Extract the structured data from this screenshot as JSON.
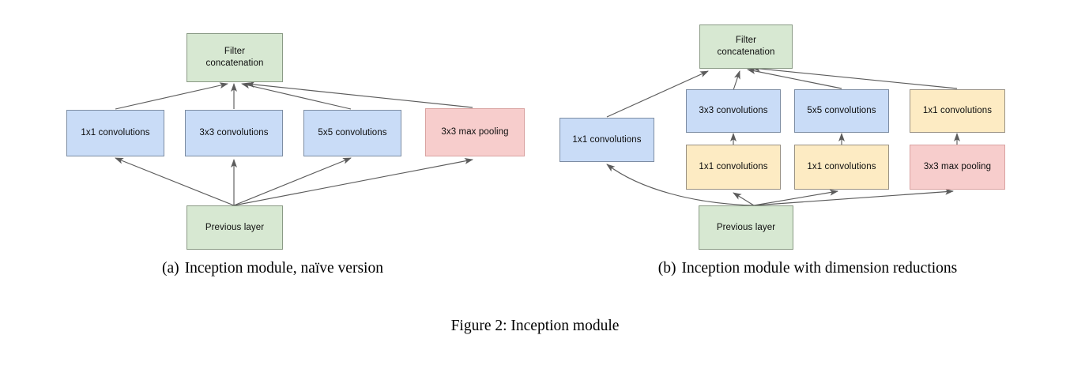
{
  "figure": {
    "caption_label": "Figure 2:",
    "caption_text": "Inception module",
    "caption_full": "Figure 2: Inception module"
  },
  "colors": {
    "green_fill": "#d7e8d2",
    "green_stroke": "#8a9a85",
    "blue_fill": "#c9dcf7",
    "blue_stroke": "#7d8da3",
    "yellow_fill": "#fdebc3",
    "yellow_stroke": "#9a9284",
    "red_fill": "#f7cdcc",
    "red_stroke": "#d9a3a1",
    "arrow_stroke": "#5c5c5c",
    "background": "#ffffff"
  },
  "panels": [
    {
      "id": "a",
      "subcaption_tag": "(a)",
      "subcaption_text": "Inception module, naïve version",
      "nodes": {
        "filter_concatenation": "Filter\nconcatenation",
        "conv_1x1": "1x1 convolutions",
        "conv_3x3": "3x3 convolutions",
        "conv_5x5": "5x5 convolutions",
        "maxpool_3x3": "3x3 max pooling",
        "previous_layer": "Previous layer"
      }
    },
    {
      "id": "b",
      "subcaption_tag": "(b)",
      "subcaption_text": "Inception module with dimension reductions",
      "nodes": {
        "filter_concatenation": "Filter\nconcatenation",
        "conv_1x1_left": "1x1 convolutions",
        "conv_3x3": "3x3 convolutions",
        "conv_5x5": "5x5 convolutions",
        "conv_1x1_right": "1x1 convolutions",
        "reduce_1x1_a": "1x1 convolutions",
        "reduce_1x1_b": "1x1 convolutions",
        "maxpool_3x3": "3x3 max pooling",
        "previous_layer": "Previous layer"
      }
    }
  ]
}
